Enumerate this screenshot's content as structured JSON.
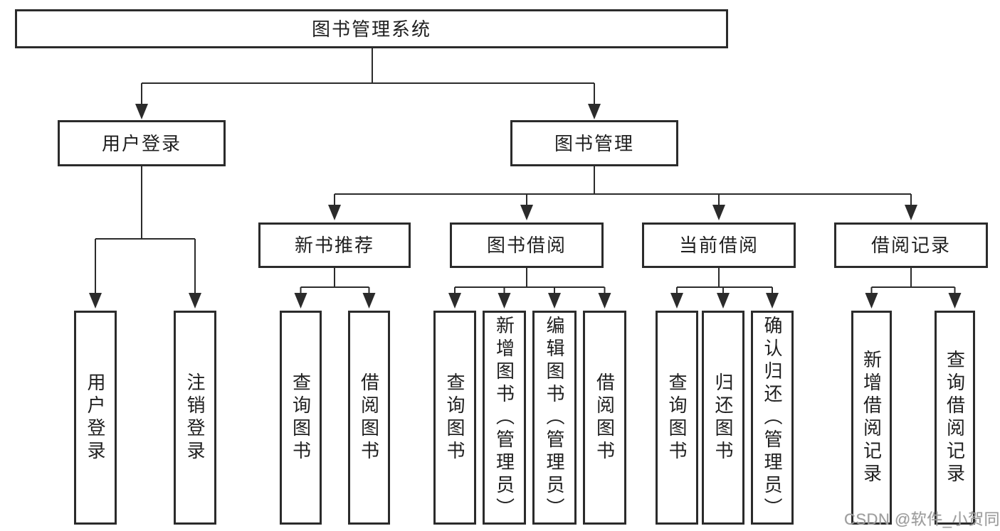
{
  "diagram": {
    "title_node": "图书管理系统",
    "level2": {
      "user_login": "用户登录",
      "book_management": "图书管理"
    },
    "level3": {
      "new_book": "新书推荐",
      "book_borrow": "图书借阅",
      "current_borrow": "当前借阅",
      "borrow_records": "借阅记录"
    },
    "leaves": {
      "user_login": [
        "用户登录",
        "注销登录"
      ],
      "new_book": [
        "查询图书",
        "借阅图书"
      ],
      "book_borrow": [
        "查询图书",
        "新增图书（管理员）",
        "编辑图书（管理员）",
        "借阅图书"
      ],
      "current_borrow": [
        "查询图书",
        "归还图书",
        "确认归还（管理员）"
      ],
      "borrow_records": [
        "新增借阅记录",
        "查询借阅记录"
      ]
    }
  },
  "watermark": {
    "text": "CSDN @软件_小贺同学",
    "color": "#9c9c9c"
  },
  "colors": {
    "line": "#2b2b2b",
    "box_border": "#2b2b2b",
    "text": "#1f1f1f",
    "background": "#ffffff"
  }
}
